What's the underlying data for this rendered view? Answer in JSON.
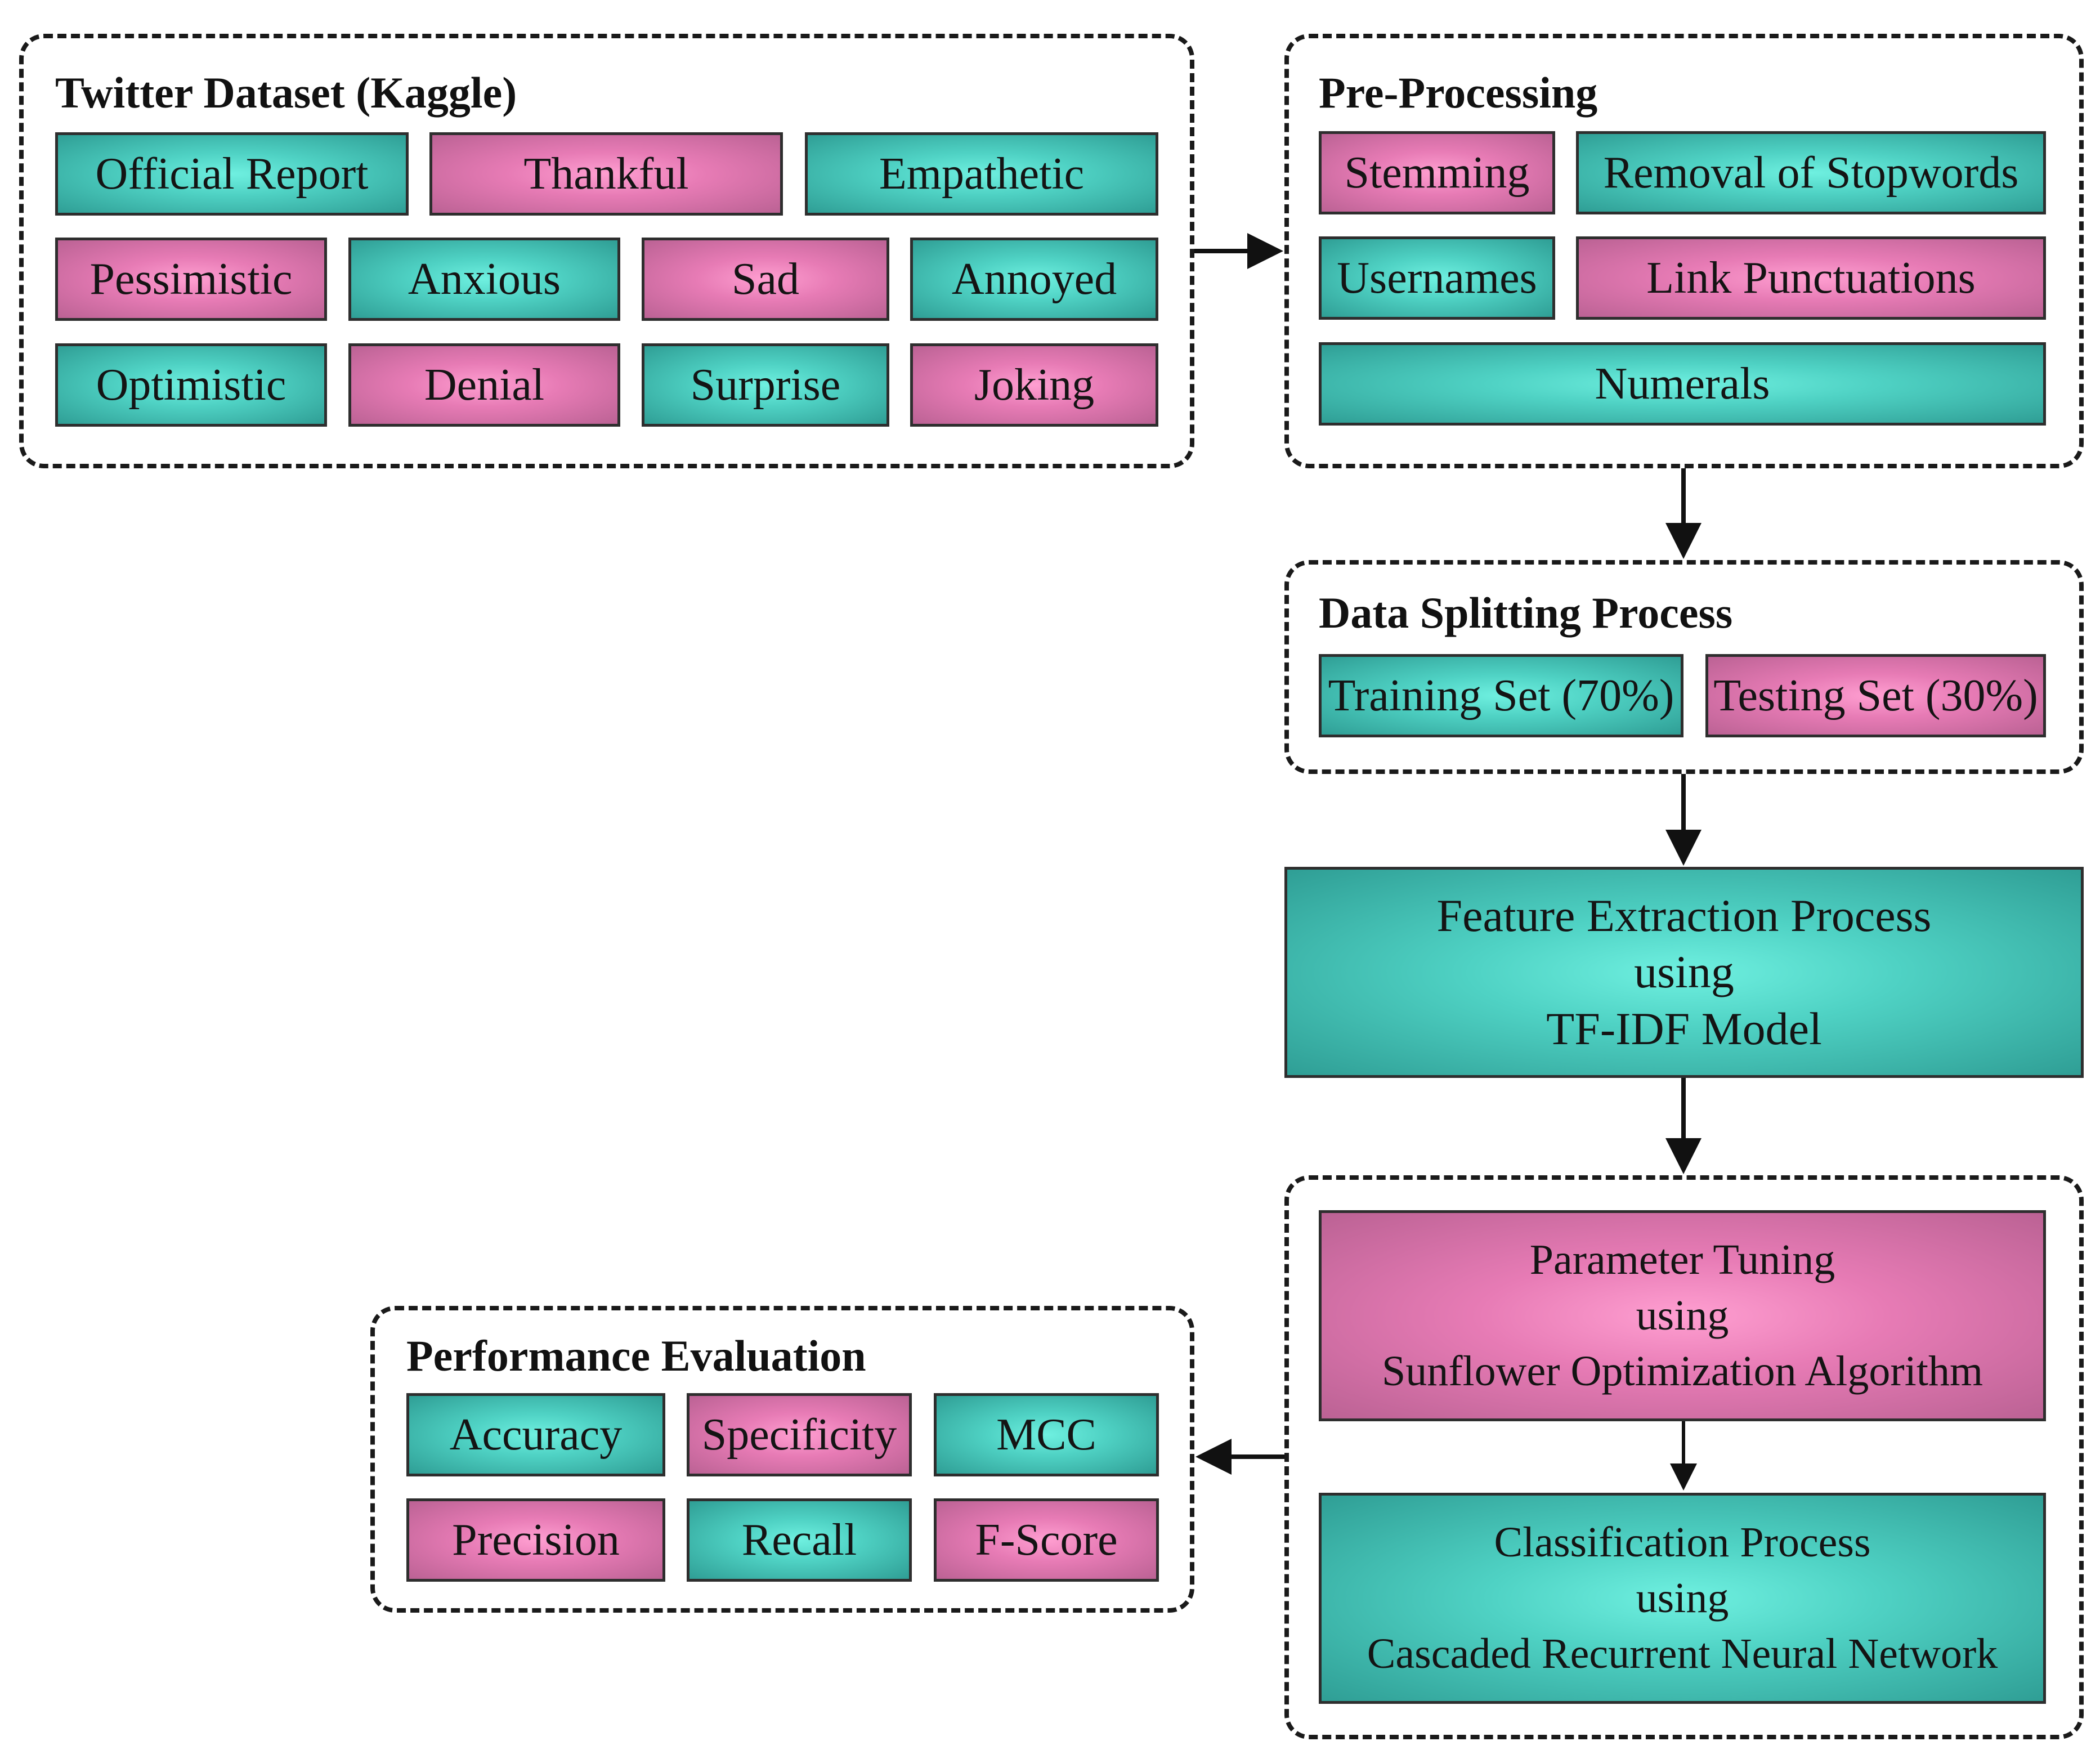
{
  "dataset": {
    "title": "Twitter Dataset (Kaggle)",
    "items": [
      "Official Report",
      "Thankful",
      "Empathetic",
      "Pessimistic",
      "Anxious",
      "Sad",
      "Annoyed",
      "Optimistic",
      "Denial",
      "Surprise",
      "Joking"
    ]
  },
  "preprocessing": {
    "title": "Pre-Processing",
    "items": [
      "Stemming",
      "Removal of Stopwords",
      "Usernames",
      "Link Punctuations",
      "Numerals"
    ]
  },
  "splitting": {
    "title": "Data Splitting Process",
    "items": [
      "Training Set (70%)",
      "Testing Set (30%)"
    ]
  },
  "feature_extraction": {
    "lines": [
      "Feature Extraction Process",
      "using",
      "TF-IDF Model"
    ]
  },
  "parameter_tuning": {
    "lines": [
      "Parameter Tuning",
      "using",
      "Sunflower Optimization Algorithm"
    ]
  },
  "classification": {
    "lines": [
      "Classification Process",
      "using",
      "Cascaded Recurrent Neural Network"
    ]
  },
  "evaluation": {
    "title": "Performance Evaluation",
    "items": [
      "Accuracy",
      "Specificity",
      "MCC",
      "Precision",
      "Recall",
      "F-Score"
    ]
  },
  "colors": {
    "teal": "#4fd2c4",
    "pink": "#e77bb5",
    "border": "#1a1a1a"
  }
}
